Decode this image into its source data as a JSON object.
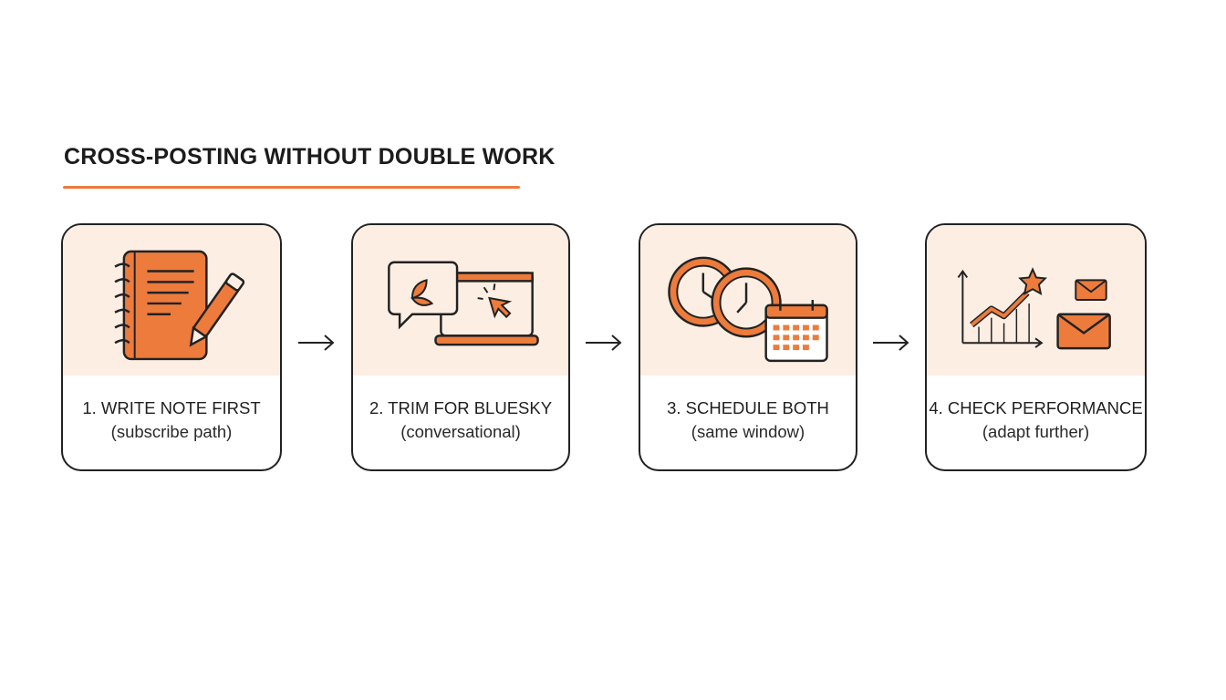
{
  "title": "CROSS-POSTING WITHOUT DOUBLE WORK",
  "steps": [
    {
      "title": "1. WRITE NOTE FIRST",
      "subtitle": "(subscribe path)",
      "icon": "notebook-pen-icon"
    },
    {
      "title": "2. TRIM FOR BLUESKY",
      "subtitle": "(conversational)",
      "icon": "laptop-chat-icon"
    },
    {
      "title": "3. SCHEDULE BOTH",
      "subtitle": "(same window)",
      "icon": "clocks-calendar-icon"
    },
    {
      "title": "4. CHECK PERFORMANCE",
      "subtitle": "(adapt further)",
      "icon": "chart-mail-icon"
    }
  ],
  "colors": {
    "accent": "#ec7b3c",
    "panel": "#fdeee3",
    "stroke": "#222222"
  }
}
